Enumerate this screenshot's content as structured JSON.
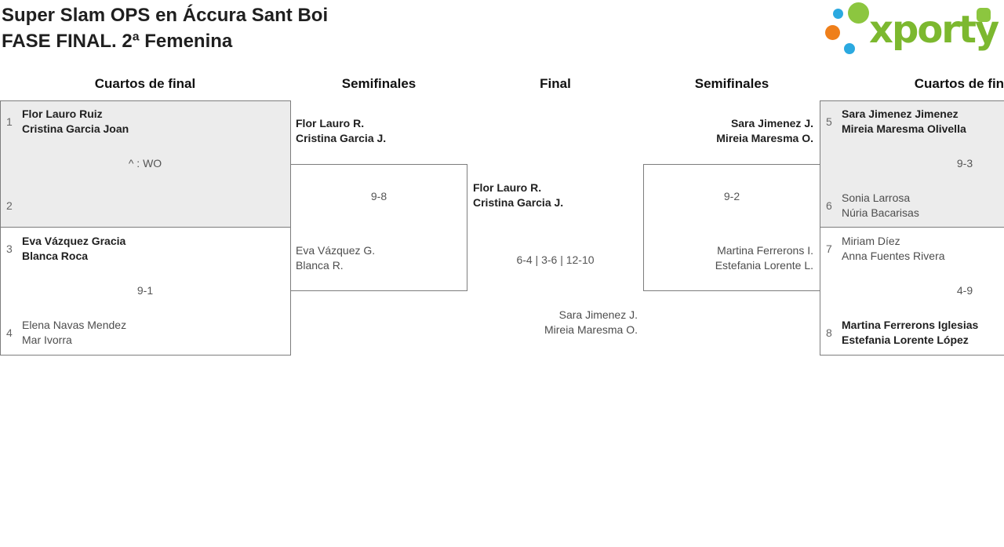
{
  "header": {
    "title_line1": "Super Slam OPS en Áccura Sant Boi",
    "title_line2": "FASE FINAL. 2ª Femenina",
    "logo_text": "xporty"
  },
  "rounds": {
    "qf_left": "Cuartos de final",
    "sf_left": "Semifinales",
    "final": "Final",
    "sf_right": "Semifinales",
    "qf_right": "Cuartos de final"
  },
  "matches": {
    "qf1": {
      "seed_a": "1",
      "team_a_1": "Flor Lauro Ruiz",
      "team_a_2": "Cristina Garcia Joan",
      "score": "^ : WO",
      "seed_b": "2",
      "team_b_1": "",
      "team_b_2": ""
    },
    "qf2": {
      "seed_a": "3",
      "team_a_1": "Eva Vázquez Gracia",
      "team_a_2": "Blanca Roca",
      "score": "9-1",
      "seed_b": "4",
      "team_b_1": "Elena Navas Mendez",
      "team_b_2": "Mar Ivorra"
    },
    "sf1": {
      "team_a_1": "Flor Lauro R.",
      "team_a_2": "Cristina Garcia J.",
      "score": "9-8",
      "team_b_1": "Eva Vázquez G.",
      "team_b_2": "Blanca R."
    },
    "final": {
      "team_a_1": "Flor Lauro R.",
      "team_a_2": "Cristina Garcia J.",
      "score": "6-4 | 3-6 | 12-10",
      "team_b_1": "Sara Jimenez J.",
      "team_b_2": "Mireia Maresma O."
    },
    "sf2": {
      "team_a_1": "Sara Jimenez J.",
      "team_a_2": "Mireia Maresma O.",
      "score": "9-2",
      "team_b_1": "Martina Ferrerons I.",
      "team_b_2": "Estefania Lorente L."
    },
    "qf3": {
      "seed_a": "5",
      "team_a_1": "Sara Jimenez Jimenez",
      "team_a_2": "Mireia Maresma Olivella",
      "score": "9-3",
      "seed_b": "6",
      "team_b_1": "Sonia Larrosa",
      "team_b_2": "Núria Bacarisas"
    },
    "qf4": {
      "seed_a": "7",
      "team_a_1": "Miriam Díez",
      "team_a_2": "Anna Fuentes Rivera",
      "score": "4-9",
      "seed_b": "8",
      "team_b_1": "Martina Ferrerons Iglesias",
      "team_b_2": "Estefania Lorente López"
    }
  },
  "colors": {
    "logo_green": "#7CB82F",
    "dot_green": "#8CC63F",
    "dot_blue": "#2BA9E0",
    "dot_orange": "#EF7F1A",
    "box_gray": "#ececec",
    "border_gray": "#7d7d7d"
  }
}
